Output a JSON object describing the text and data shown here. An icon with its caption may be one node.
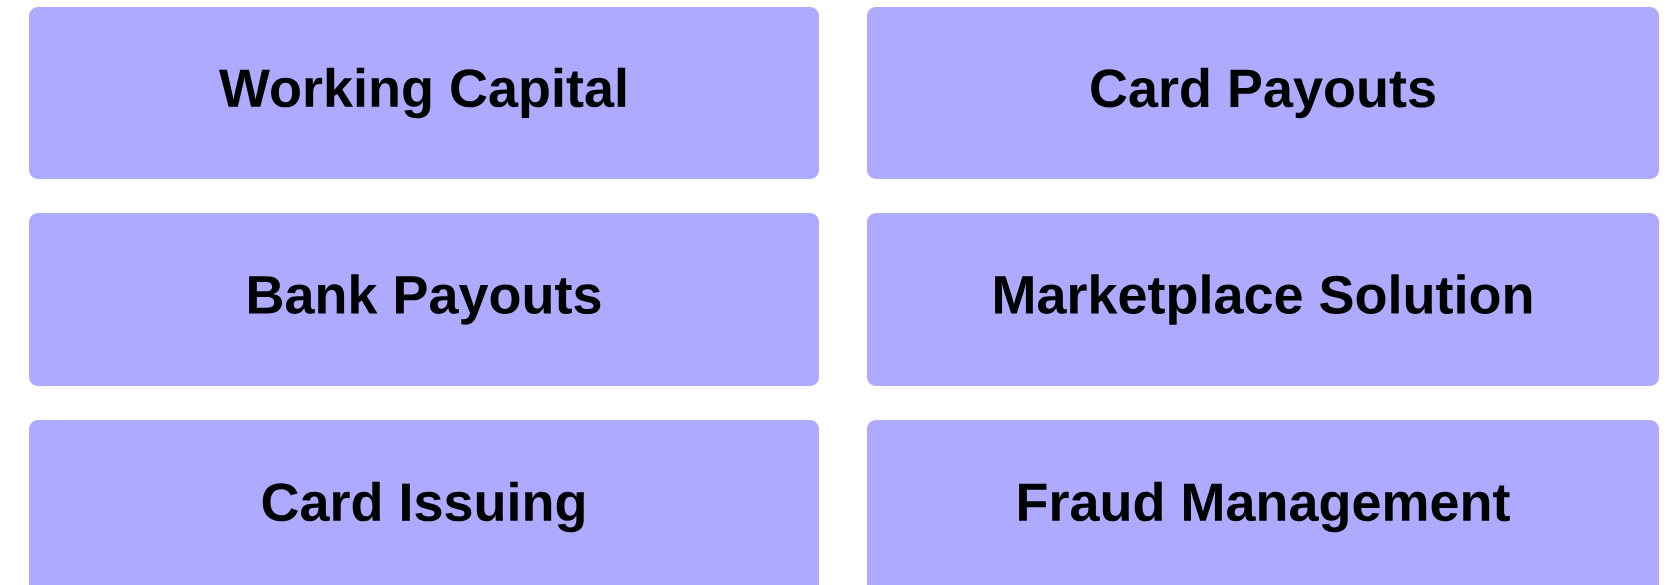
{
  "diagram": {
    "nodes": [
      {
        "text": [
          "Working Capital"
        ]
      },
      {
        "text": [
          "Card Payouts"
        ]
      },
      {
        "text": [
          "Bank Payouts"
        ]
      },
      {
        "text": [
          "Marketplace Solution"
        ]
      },
      {
        "text": [
          "Card Issuing"
        ]
      },
      {
        "text": [
          "Fraud Management"
        ]
      }
    ]
  }
}
